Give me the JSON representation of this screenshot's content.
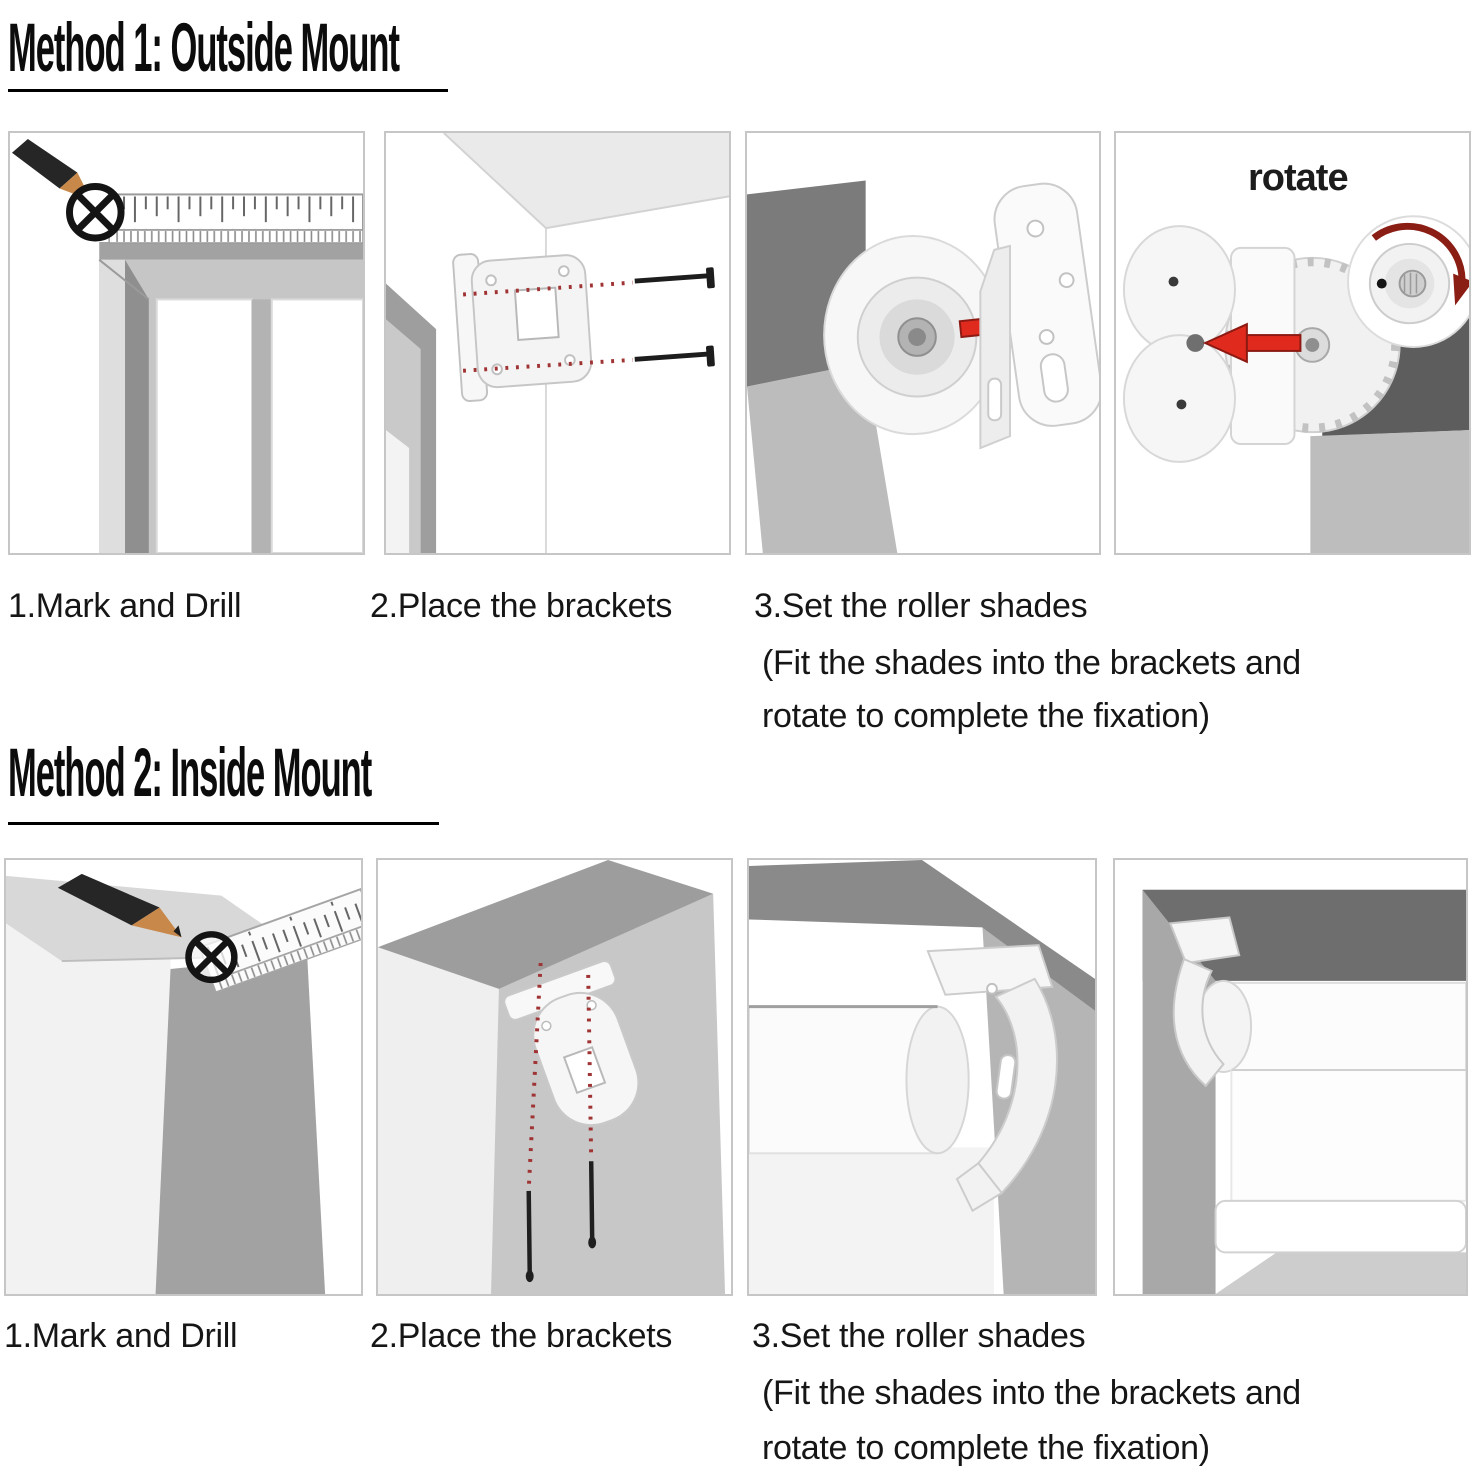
{
  "method1": {
    "title": "Method 1: Outside Mount",
    "step1_caption": "1.Mark and Drill",
    "step2_caption": "2.Place the brackets",
    "step3_caption": "3.Set the roller shades",
    "step3_note_line1": "(Fit the shades into the brackets and",
    "step3_note_line2": "rotate to complete the fixation)",
    "panel4_annotation": "rotate"
  },
  "method2": {
    "title": "Method 2: Inside Mount",
    "step1_caption": "1.Mark and Drill",
    "step2_caption": "2.Place the brackets",
    "step3_caption": "3.Set the roller shades",
    "step3_note_line1": "(Fit the shades into the brackets and",
    "step3_note_line2": "rotate to complete the fixation)"
  },
  "colors": {
    "accent_arrow_red": "#e02a1e",
    "dotted_guide_red": "#a03434",
    "rotate_arrow_dark_red": "#8a1d14",
    "panel_border_gray": "#c6c6c6",
    "wall_dark_gray": "#6e6e6e",
    "wall_mid_gray": "#a8a8a8",
    "wall_light_gray": "#d8d8d8",
    "text_black": "#111111"
  }
}
